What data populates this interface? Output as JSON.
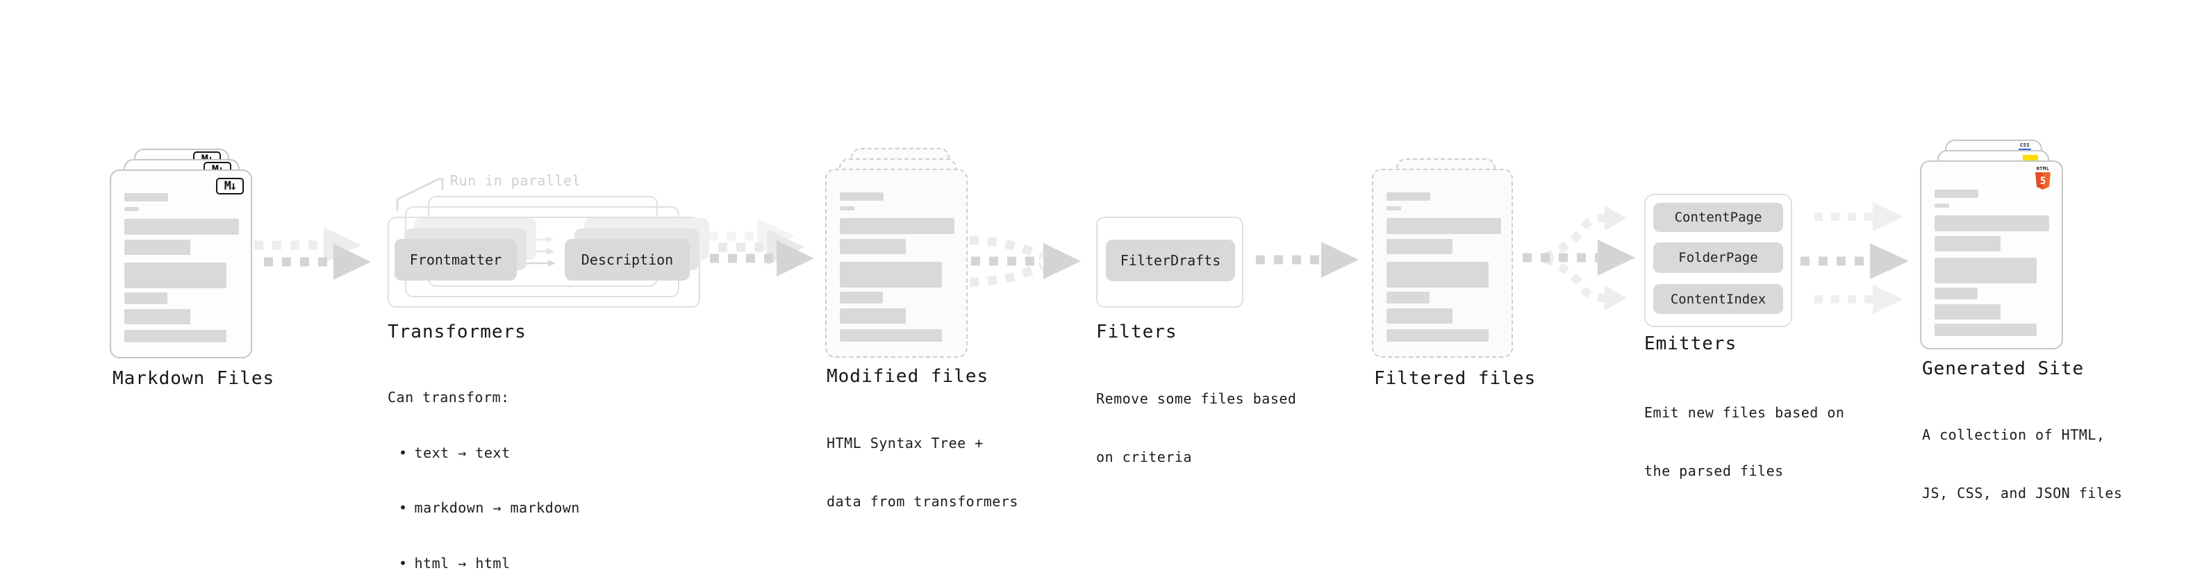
{
  "colors": {
    "arrow_gray": "#d4d4d4",
    "pill_gray": "#d9d9d9",
    "doc_border": "#c6c6c6",
    "html5_orange": "#e44d26",
    "js_yellow": "#ffdd00",
    "css_blue": "#2d6ee0"
  },
  "markdown_files": {
    "label": "Markdown Files",
    "badge": "M↓"
  },
  "transformers": {
    "label": "Transformers",
    "annotation": "Run in parallel",
    "pill_left": "Frontmatter",
    "pill_right": "Description",
    "caption_title": "Can transform:",
    "bullet": "•",
    "bullets": [
      "text → text",
      "markdown → markdown",
      "html → html"
    ]
  },
  "modified_files": {
    "label": "Modified files",
    "caption": [
      "HTML Syntax Tree +",
      "data from transformers"
    ]
  },
  "filters": {
    "label": "Filters",
    "pill": "FilterDrafts",
    "caption": [
      "Remove some files based",
      "on criteria"
    ]
  },
  "filtered_files": {
    "label": "Filtered files"
  },
  "emitters": {
    "label": "Emitters",
    "pills": [
      "ContentPage",
      "FolderPage",
      "ContentIndex"
    ],
    "caption": [
      "Emit new files based on",
      "the parsed files"
    ]
  },
  "generated_site": {
    "label": "Generated Site",
    "caption": [
      "A collection of HTML,",
      "JS, CSS, and JSON files"
    ],
    "badge_css": "CSS",
    "badge_html_text": "HTML",
    "badge_html_number": "5"
  }
}
